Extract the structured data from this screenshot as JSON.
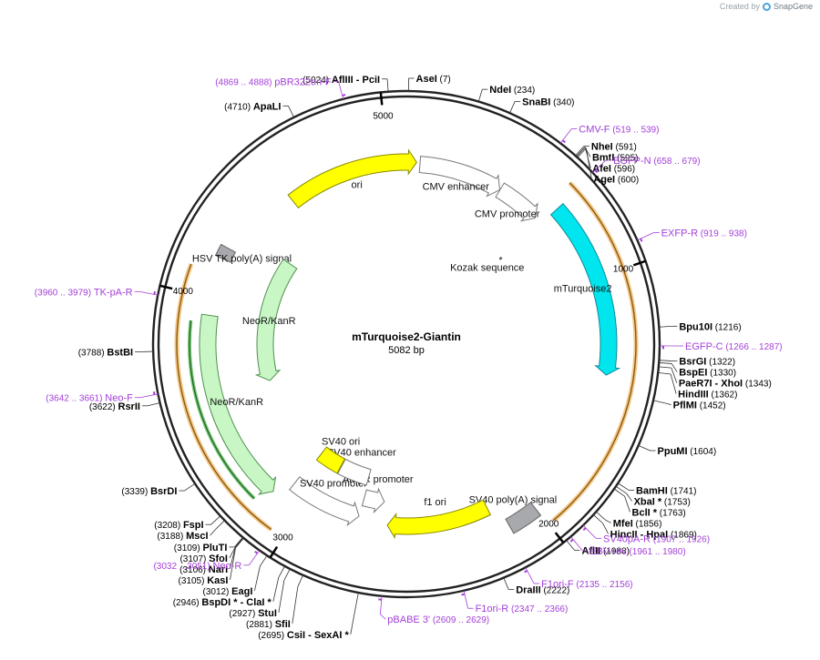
{
  "watermark": {
    "created_by": "Created by",
    "brand": "SnapGene",
    "logo_icon": "snapgene-logo-icon"
  },
  "plasmid": {
    "name": "mTurquoise2-Giantin",
    "length_label": "5082 bp",
    "length": 5082
  },
  "ticks": [
    {
      "bp": 1000,
      "label": "1000"
    },
    {
      "bp": 2000,
      "label": "2000"
    },
    {
      "bp": 3000,
      "label": "3000"
    },
    {
      "bp": 4000,
      "label": "4000"
    },
    {
      "bp": 5000,
      "label": "5000"
    }
  ],
  "features": [
    {
      "label": "CMV enhancer",
      "start": 61,
      "end": 440,
      "color": "#ffffff",
      "stroke": "#777777",
      "direction": 1
    },
    {
      "label": "CMV promoter",
      "start": 441,
      "end": 644,
      "color": "#ffffff",
      "stroke": "#777777",
      "direction": 1
    },
    {
      "label": "Kozak sequence",
      "start": 669,
      "end": 678,
      "color": "#aaaaaa",
      "stroke": "#555555",
      "direction": 0
    },
    {
      "label": "mTurquoise2",
      "start": 679,
      "end": 1395,
      "color": "#00e5ee",
      "stroke": "#118899",
      "direction": 1
    },
    {
      "label": "SV40 poly(A) signal",
      "start": 2003,
      "end": 2124,
      "color": "#a7a9ac",
      "stroke": "#666666",
      "direction": 0
    },
    {
      "label": "f1 ori",
      "start": 2171,
      "end": 2626,
      "color": "#ffff00",
      "stroke": "#888800",
      "direction": 1
    },
    {
      "label": "AmpR promoter",
      "start": 2653,
      "end": 2757,
      "color": "#ffffff",
      "stroke": "#777777",
      "direction": -1
    },
    {
      "label": "SV40 promoter",
      "start": 2758,
      "end": 3088,
      "color": "#ffffff",
      "stroke": "#777777",
      "direction": -1
    },
    {
      "label": "SV40 enhancer",
      "start": 2764,
      "end": 2935,
      "color": "#ffffff",
      "stroke": "#777777",
      "direction": 0
    },
    {
      "label": "SV40 ori",
      "start": 2939,
      "end": 3074,
      "color": "#ffff00",
      "stroke": "#888800",
      "direction": 0
    },
    {
      "label": "NeoR/KanR",
      "start": 3135,
      "end": 3929,
      "color": "#c8f7c5",
      "stroke": "#4f8f4f",
      "direction": -1
    },
    {
      "label": "HSV TK poly(A) signal",
      "start": 4164,
      "end": 4211,
      "color": "#a7a9ac",
      "stroke": "#666666",
      "direction": 0
    },
    {
      "label": "ori",
      "start": 4540,
      "end": 5128,
      "color": "#ffff00",
      "stroke": "#888800",
      "direction": 1
    }
  ],
  "inner_arrows": [
    {
      "label": "NeoR/KanR",
      "start": 3600,
      "end": 4300,
      "color": "#c8f7c5",
      "stroke": "#4f8f4f",
      "direction": -1
    }
  ],
  "orange_segments": [
    {
      "start": 640,
      "end": 1980
    },
    {
      "start": 3050,
      "end": 4100
    }
  ],
  "green_segment": {
    "start": 3170,
    "end": 3900
  },
  "sites": [
    {
      "name": "AseI",
      "pos": "(7)",
      "bp": 7,
      "side": "r"
    },
    {
      "name": "NdeI",
      "pos": "(234)",
      "bp": 234,
      "side": "r"
    },
    {
      "name": "SnaBI",
      "pos": "(340)",
      "bp": 340,
      "side": "r"
    },
    {
      "name": "NheI",
      "pos": "(591)",
      "bp": 591,
      "side": "r"
    },
    {
      "name": "BmtI",
      "pos": "(595)",
      "bp": 595,
      "side": "r"
    },
    {
      "name": "AfeI",
      "pos": "(596)",
      "bp": 596,
      "side": "r"
    },
    {
      "name": "AgeI",
      "pos": "(600)",
      "bp": 600,
      "side": "r"
    },
    {
      "name": "Bpu10I",
      "pos": "(1216)",
      "bp": 1216,
      "side": "r"
    },
    {
      "name": "BsrGI",
      "pos": "(1322)",
      "bp": 1322,
      "side": "r"
    },
    {
      "name": "BspEI",
      "pos": "(1330)",
      "bp": 1330,
      "side": "r"
    },
    {
      "name": "PaeR7I - XhoI",
      "pos": "(1343)",
      "bp": 1343,
      "side": "r"
    },
    {
      "name": "HindIII",
      "pos": "(1362)",
      "bp": 1362,
      "side": "r"
    },
    {
      "name": "PflMI",
      "pos": "(1452)",
      "bp": 1452,
      "side": "r"
    },
    {
      "name": "PpuMI",
      "pos": "(1604)",
      "bp": 1604,
      "side": "r"
    },
    {
      "name": "BamHI",
      "pos": "(1741)",
      "bp": 1741,
      "side": "r"
    },
    {
      "name": "XbaI *",
      "pos": "(1753)",
      "bp": 1753,
      "side": "r"
    },
    {
      "name": "BclI *",
      "pos": "(1763)",
      "bp": 1763,
      "side": "r"
    },
    {
      "name": "MfeI",
      "pos": "(1856)",
      "bp": 1856,
      "side": "r"
    },
    {
      "name": "HincII - HpaI",
      "pos": "(1869)",
      "bp": 1869,
      "side": "r"
    },
    {
      "name": "AflII",
      "pos": "(1988)",
      "bp": 1988,
      "side": "r"
    },
    {
      "name": "DraIII",
      "pos": "(2222)",
      "bp": 2222,
      "side": "r"
    },
    {
      "name": "CsiI - SexAI *",
      "pos": "(2695)",
      "bp": 2695,
      "side": "l"
    },
    {
      "name": "SfiI",
      "pos": "(2881)",
      "bp": 2881,
      "side": "l"
    },
    {
      "name": "StuI",
      "pos": "(2927)",
      "bp": 2927,
      "side": "l"
    },
    {
      "name": "BspDI * - ClaI *",
      "pos": "(2946)",
      "bp": 2946,
      "side": "l"
    },
    {
      "name": "EagI",
      "pos": "(3012)",
      "bp": 3012,
      "side": "l"
    },
    {
      "name": "KasI",
      "pos": "(3105)",
      "bp": 3105,
      "side": "l"
    },
    {
      "name": "NarI",
      "pos": "(3106)",
      "bp": 3106,
      "side": "l"
    },
    {
      "name": "SfoI",
      "pos": "(3107)",
      "bp": 3107,
      "side": "l"
    },
    {
      "name": "PluTI",
      "pos": "(3109)",
      "bp": 3109,
      "side": "l"
    },
    {
      "name": "MscI",
      "pos": "(3188)",
      "bp": 3188,
      "side": "l"
    },
    {
      "name": "FspI",
      "pos": "(3208)",
      "bp": 3208,
      "side": "l"
    },
    {
      "name": "BsrDI",
      "pos": "(3339)",
      "bp": 3339,
      "side": "l"
    },
    {
      "name": "RsrII",
      "pos": "(3622)",
      "bp": 3622,
      "side": "l"
    },
    {
      "name": "BstBI",
      "pos": "(3788)",
      "bp": 3788,
      "side": "l"
    },
    {
      "name": "ApaLI",
      "pos": "(4710)",
      "bp": 4710,
      "side": "l"
    },
    {
      "name": "AflIII - PciI",
      "pos": "(5024)",
      "bp": 5024,
      "side": "l"
    }
  ],
  "primers": [
    {
      "name": "CMV-F",
      "pos": "(519 .. 539)",
      "bp": 529,
      "side": "r"
    },
    {
      "name": "EGFP-N",
      "pos": "(658 .. 679)",
      "bp": 668,
      "side": "r"
    },
    {
      "name": "EXFP-R",
      "pos": "(919 .. 938)",
      "bp": 928,
      "side": "r"
    },
    {
      "name": "EGFP-C",
      "pos": "(1266 .. 1287)",
      "bp": 1276,
      "side": "r"
    },
    {
      "name": "SV40pA-R",
      "pos": "(1907 .. 1926)",
      "bp": 1916,
      "side": "r"
    },
    {
      "name": "EBV-rev",
      "pos": "(1961 .. 1980)",
      "bp": 1970,
      "side": "r"
    },
    {
      "name": "F1ori-F",
      "pos": "(2135 .. 2156)",
      "bp": 2145,
      "side": "r"
    },
    {
      "name": "F1ori-R",
      "pos": "(2347 .. 2366)",
      "bp": 2356,
      "side": "r"
    },
    {
      "name": "pBABE 3'",
      "pos": "(2609 .. 2629)",
      "bp": 2619,
      "side": "r"
    },
    {
      "name": "Neo-R",
      "pos": "(3032 .. 3051)",
      "bp": 3041,
      "side": "l"
    },
    {
      "name": "Neo-F",
      "pos": "(3642 .. 3661)",
      "bp": 3651,
      "side": "l"
    },
    {
      "name": "TK-pA-R",
      "pos": "(3960 .. 3979)",
      "bp": 3969,
      "side": "l"
    },
    {
      "name": "pBR322ori-F",
      "pos": "(4869 .. 4888)",
      "bp": 4878,
      "side": "l"
    }
  ]
}
